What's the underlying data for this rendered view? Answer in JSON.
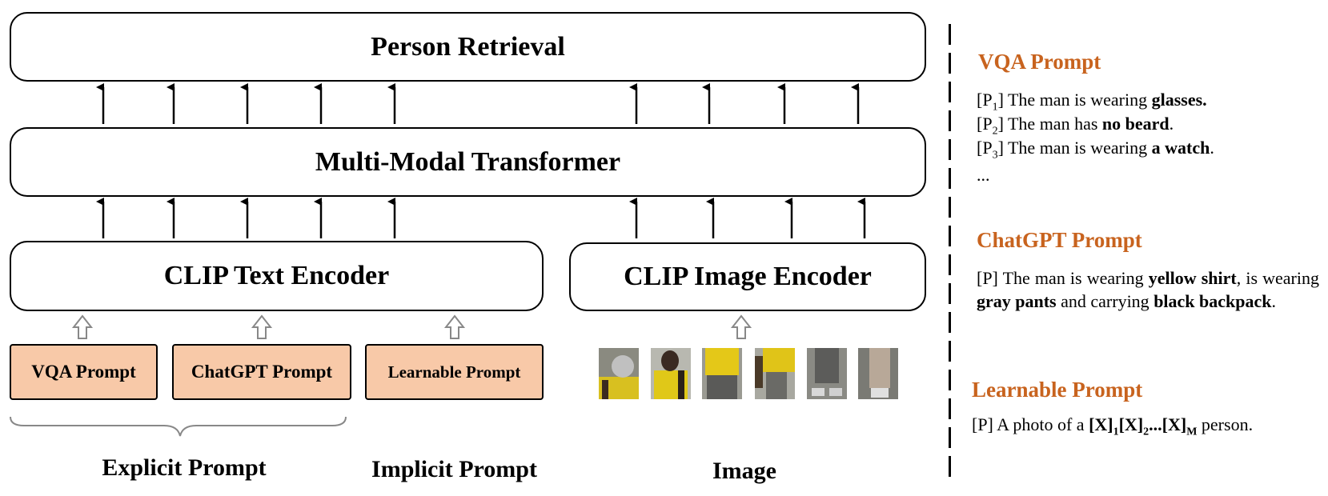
{
  "boxes": {
    "person_retrieval": "Person Retrieval",
    "multi_modal_transformer": "Multi-Modal Transformer",
    "clip_text_encoder": "CLIP Text Encoder",
    "clip_image_encoder": "CLIP Image Encoder"
  },
  "prompts": {
    "vqa": "VQA Prompt",
    "chatgpt": "ChatGPT Prompt",
    "learnable": "Learnable Prompt"
  },
  "captions": {
    "explicit": "Explicit Prompt",
    "implicit": "Implicit Prompt",
    "image": "Image"
  },
  "right_panel": {
    "vqa": {
      "title": "VQA Prompt",
      "lines": [
        {
          "tag": "[P",
          "sub": "1",
          "close": "]",
          "text": " The man is wearing ",
          "bold": "glasses.",
          "end": ""
        },
        {
          "tag": "[P",
          "sub": "2",
          "close": "]",
          "text": " The man has ",
          "bold": "no beard",
          "end": "."
        },
        {
          "tag": "[P",
          "sub": "3",
          "close": "]",
          "text": " The man is wearing ",
          "bold": "a watch",
          "end": "."
        }
      ],
      "ellipsis": "..."
    },
    "chatgpt": {
      "title": "ChatGPT Prompt",
      "t1": "[P] The man is wearing ",
      "b1": "yellow shirt",
      "t2": ", is wearing ",
      "b2": "gray pants",
      "t3": " and carrying ",
      "b3": "black backpack",
      "t4": "."
    },
    "learnable": {
      "title": "Learnable Prompt",
      "pre": "[P] A photo of a ",
      "x1": "[X]",
      "s1": "1",
      "x2": "[X]",
      "s2": "2",
      "dots": "...",
      "x3": "[X]",
      "s3": "M",
      "post": " person."
    }
  },
  "colors": {
    "prompt_fill": "#f8c9a8",
    "title_orange": "#c8631e"
  }
}
